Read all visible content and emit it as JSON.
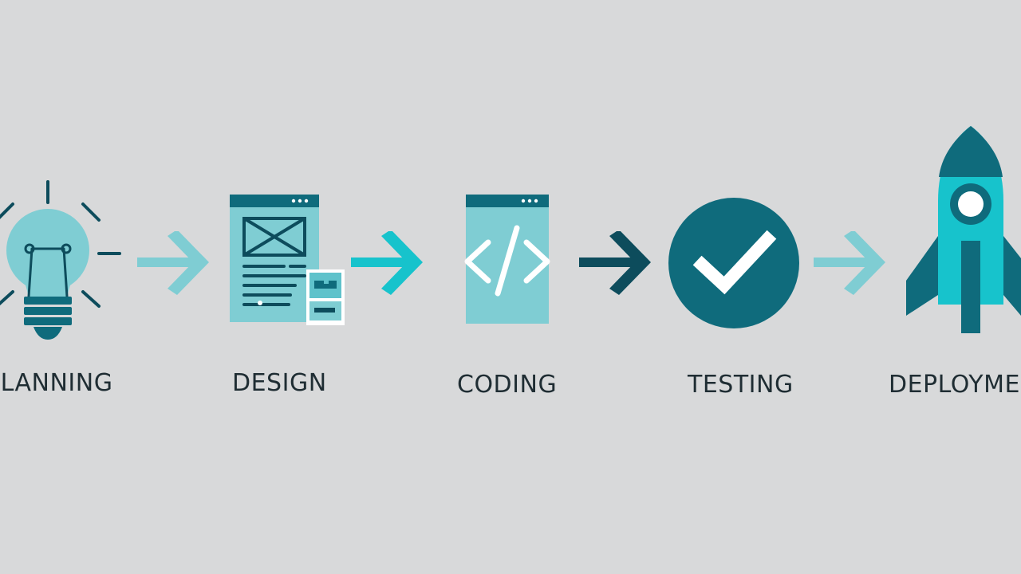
{
  "colors": {
    "background": "#d8d9da",
    "light_teal": "#7fcdd3",
    "bright_teal": "#17c3cc",
    "mid_teal": "#5fc2cb",
    "dark_teal": "#0f6b7c",
    "navy_teal": "#0d4c5c",
    "white": "#ffffff",
    "text": "#1f2d33"
  },
  "steps": [
    {
      "label": "PLANNING",
      "icon": "lightbulb-icon"
    },
    {
      "label": "DESIGN",
      "icon": "wireframe-document-icon"
    },
    {
      "label": "CODING",
      "icon": "code-window-icon"
    },
    {
      "label": "TESTING",
      "icon": "checkmark-circle-icon"
    },
    {
      "label": "DEPLOYMENT",
      "icon": "rocket-icon"
    }
  ],
  "arrows": [
    {
      "icon": "arrow-right-icon",
      "color": "#7fcdd3"
    },
    {
      "icon": "arrow-right-icon",
      "color": "#17c3cc"
    },
    {
      "icon": "arrow-right-icon",
      "color": "#0d4c5c"
    },
    {
      "icon": "arrow-right-icon",
      "color": "#7fcdd3"
    }
  ]
}
